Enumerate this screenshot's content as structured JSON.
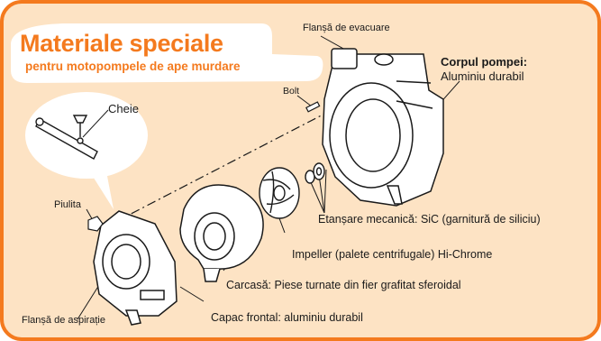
{
  "title": "Materiale speciale",
  "subtitle": "pentru motopompele de ape murdare",
  "labels": {
    "discharge_flange": "Flanșă de evacuare",
    "pump_body_title": "Corpul pompei:",
    "pump_body_desc": "Aluminiu durabil",
    "bolt": "Bolt",
    "key": "Cheie",
    "nut": "Piulita",
    "mechanical_seal": "Etanșare mecanică: SiC (garnitură de siliciu)",
    "impeller": "Impeller (palete centrifugale) Hi-Chrome",
    "casing": "Carcasă: Piese turnate din fier grafitat sferoidal",
    "front_cover": "Capac frontal: aluminiu durabil",
    "suction_flange": "Flanșă de aspirație"
  },
  "colors": {
    "border_orange": "#f47a1e",
    "panel_fill": "#fde3c4",
    "title_orange": "#f47a1e"
  }
}
